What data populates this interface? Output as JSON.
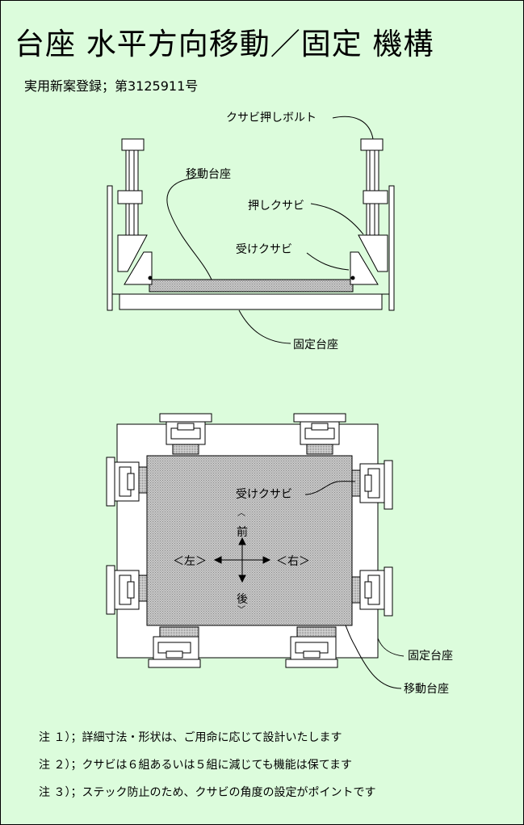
{
  "title": "台座 水平方向移動／固定 機構",
  "registration": "実用新案登録；第3125911号",
  "labels": {
    "bolt": "クサビ押しボルト",
    "moving_base_side": "移動台座",
    "push_wedge": "押しクサビ",
    "receive_wedge_side": "受けクサビ",
    "fixed_base_side": "固定台座",
    "receive_wedge_top": "受けクサビ",
    "front": "前",
    "back": "後",
    "left": "＜左＞",
    "right": "＜右＞",
    "fixed_base_top": "固定台座",
    "moving_base_top": "移動台座"
  },
  "notes": [
    "注 １）；詳細寸法・形状は、ご用命に応じて設計いたします",
    "注 ２）；クサビは６組あるいは５組に減じても機能は保てます",
    "注 ３）；ステック防止のため、クサビの角度の設定がポイントです"
  ]
}
